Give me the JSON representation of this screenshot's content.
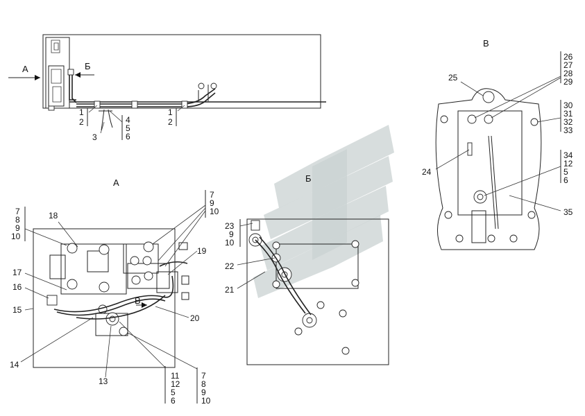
{
  "views": {
    "top": {
      "arrow_a": "А",
      "arrow_b": "Б",
      "callouts": {
        "c1": [
          "1",
          "2"
        ],
        "c2": [
          "4",
          "5",
          "6"
        ],
        "c3": "3",
        "c4": [
          "1",
          "2"
        ]
      }
    },
    "view_a": {
      "title": "А",
      "view_v_arrow": "В",
      "callouts": {
        "tl": [
          "7",
          "8",
          "9",
          "10"
        ],
        "top": [
          "7",
          "9",
          "10"
        ],
        "bottom_mid": [
          "11",
          "12",
          "5",
          "6"
        ],
        "bottom_right": [
          "7",
          "8",
          "9",
          "10"
        ],
        "n13": "13",
        "n14": "14",
        "n15": "15",
        "n16": "16",
        "n17": "17",
        "n18": "18",
        "n19": "19",
        "n20": "20"
      }
    },
    "view_b": {
      "title": "Б",
      "callouts": {
        "stack": [
          "23",
          "9",
          "10"
        ],
        "n21": "21",
        "n22": "22"
      }
    },
    "view_v": {
      "title": "В",
      "callouts": {
        "s1": [
          "26",
          "27",
          "28",
          "29"
        ],
        "s2": [
          "30",
          "31",
          "32",
          "33"
        ],
        "s3": [
          "34",
          "12",
          "5",
          "6"
        ],
        "n24": "24",
        "n25": "25",
        "n35": "35"
      }
    }
  }
}
